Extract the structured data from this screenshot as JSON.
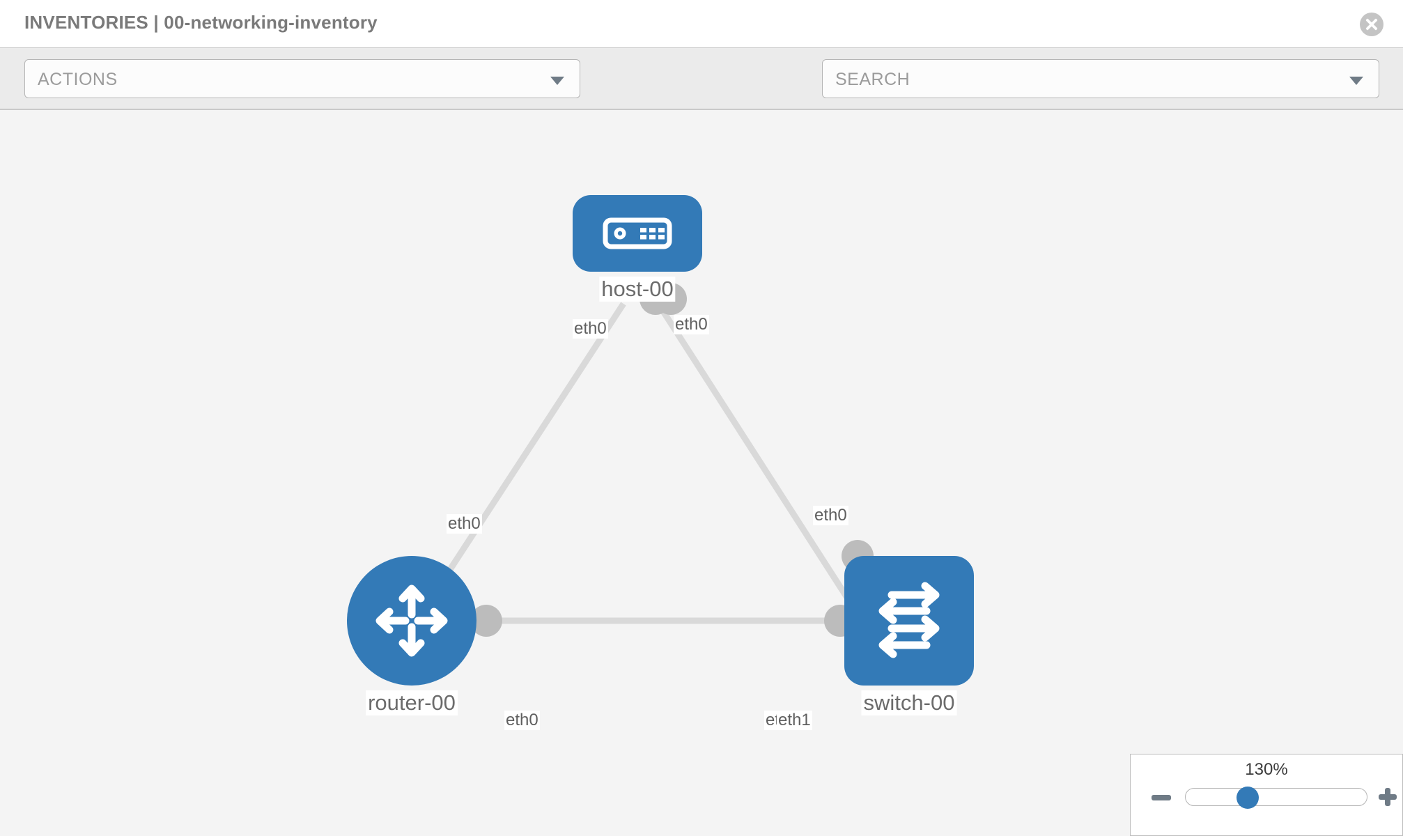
{
  "header": {
    "title": "INVENTORIES | 00-networking-inventory",
    "close_icon": "close-circle-icon"
  },
  "toolbar": {
    "actions_label": "ACTIONS",
    "actions_caret_icon": "chevron-down-icon",
    "wrench_icon": "wrench-icon",
    "key_icon": "key-icon",
    "search_placeholder": "SEARCH",
    "search_caret_icon": "chevron-down-icon"
  },
  "topology": {
    "nodes": [
      {
        "id": "host-00",
        "label": "host-00",
        "type": "host",
        "icon": "server-icon"
      },
      {
        "id": "router-00",
        "label": "router-00",
        "type": "router",
        "icon": "router-arrows-icon"
      },
      {
        "id": "switch-00",
        "label": "switch-00",
        "type": "switch",
        "icon": "switch-arrows-icon"
      }
    ],
    "links": [
      {
        "from": "host-00",
        "from_iface": "eth0",
        "to": "router-00",
        "to_iface": "eth0"
      },
      {
        "from": "host-00",
        "from_iface": "eth0",
        "to": "switch-00",
        "to_iface": "eth0"
      },
      {
        "from": "router-00",
        "from_iface": "eth0",
        "to": "switch-00",
        "to_iface": "eth1"
      }
    ],
    "iface_labels": {
      "host_left": "eth0",
      "host_right": "eth0",
      "router_top": "eth0",
      "switch_top": "eth0",
      "router_right": "eth0",
      "switch_left_hidden": "eth",
      "switch_left": "eth1"
    },
    "colors": {
      "node_blue": "#337ab7",
      "connector_gray": "#bcbcbc",
      "edge_gray": "#d9d9d9",
      "canvas_bg": "#f4f4f4"
    }
  },
  "zoom": {
    "value": "130%",
    "minus_label": "minus-icon",
    "plus_label": "plus-icon"
  }
}
